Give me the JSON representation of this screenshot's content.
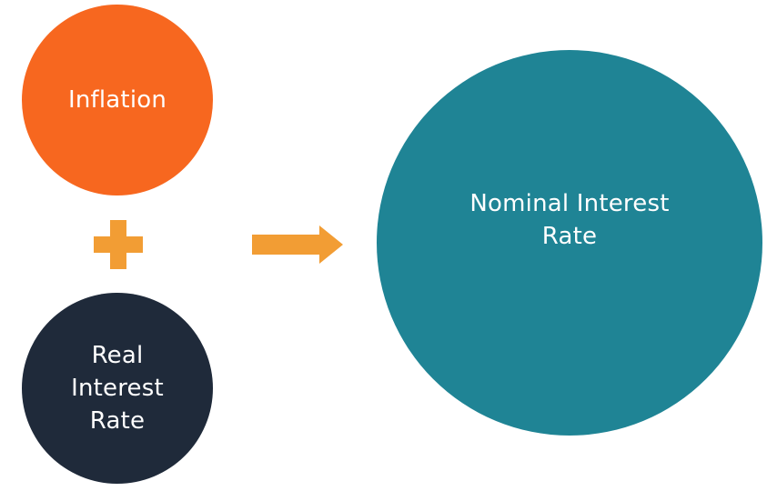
{
  "diagram": {
    "inflation": {
      "label": "Inflation",
      "color": "#F7671F"
    },
    "operator": {
      "icon": "plus-icon",
      "color": "#F29D34"
    },
    "real_interest_rate": {
      "label": "Real Interest Rate",
      "color": "#1F2A3A"
    },
    "arrow": {
      "icon": "arrow-right-icon",
      "color": "#F29D34"
    },
    "nominal_interest_rate": {
      "label": "Nominal Interest Rate",
      "color": "#1F8495"
    }
  }
}
